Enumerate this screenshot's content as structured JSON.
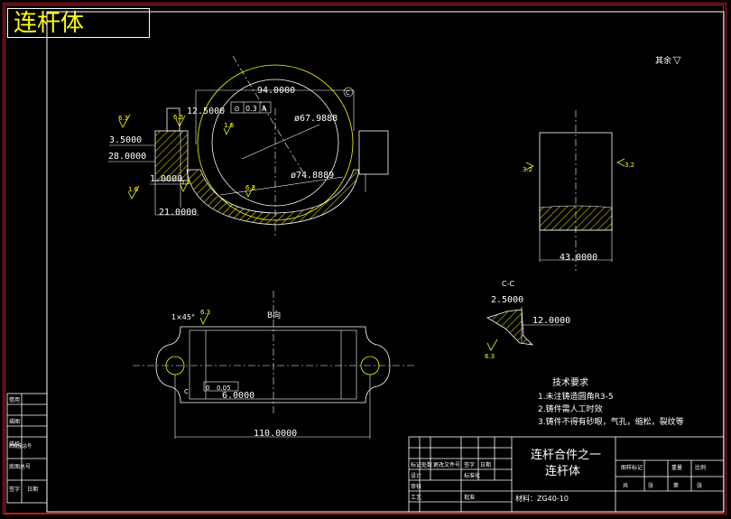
{
  "drawing": {
    "tab_title": "连杆体",
    "top_right_note": "其余",
    "top_right_symbol": "▽",
    "colors": {
      "background": "#000000",
      "border": "#cc1010",
      "lines": "#ffffff",
      "dimensions": "#ffffff",
      "symbols": "#ffff00",
      "centerlines": "#ffffff",
      "hatch": "#ffff00"
    }
  },
  "main_view": {
    "dims": {
      "d94": "94.0000",
      "d12_5": "12.5000",
      "d3_5": "3.5000",
      "d28": "28.0000",
      "d1": "1.0000",
      "d21": "21.0000",
      "dia67": "ø67.9888",
      "dia74": "ø74.8889"
    },
    "tolerance_box": [
      "⊙",
      "0.3",
      "A"
    ],
    "balloon": "C",
    "rough": [
      "6.3",
      "1.6",
      "6.3",
      "1.6",
      "6.3",
      "3.2"
    ]
  },
  "side_view": {
    "dim_width": "43.0000",
    "rough_left": "3.2",
    "rough_right": "3.2"
  },
  "section_view": {
    "label": "C-C",
    "d2_5": "2.5000",
    "d12": "12.0000",
    "rough": "6.3"
  },
  "bottom_view": {
    "label": "B向",
    "chamfer": "1×45°",
    "rough": "6.3",
    "d6": "6.0000",
    "d110": "110.0000",
    "tolerance_box": [
      "0",
      "0.05"
    ],
    "small_label": "C"
  },
  "tech_requirements": {
    "title": "技术要求",
    "items": [
      "1.未注铸造圆角R3-5",
      "2.铸件需人工时效",
      "3.铸件不得有砂眼，气孔，缩松，裂纹等"
    ]
  },
  "title_block": {
    "drawing_name_line1": "连杆合件之一",
    "drawing_name_line2": "连杆体",
    "material": "材料：ZG40-10",
    "header_cells": [
      "标记",
      "处数",
      "更改文件号",
      "签字",
      "日期"
    ],
    "left_rows": [
      "设计",
      "审核",
      "工艺"
    ],
    "left_rows2": [
      "标准化",
      "批准"
    ],
    "right_header": [
      "图样标记",
      "重量",
      "比例"
    ],
    "right_footer": [
      "共",
      "张",
      "第",
      "张"
    ]
  },
  "left_sidebar": {
    "cells": [
      "借用",
      "描图",
      "描校",
      "旧底图总号",
      "底图总号",
      "签字",
      "日期"
    ]
  }
}
